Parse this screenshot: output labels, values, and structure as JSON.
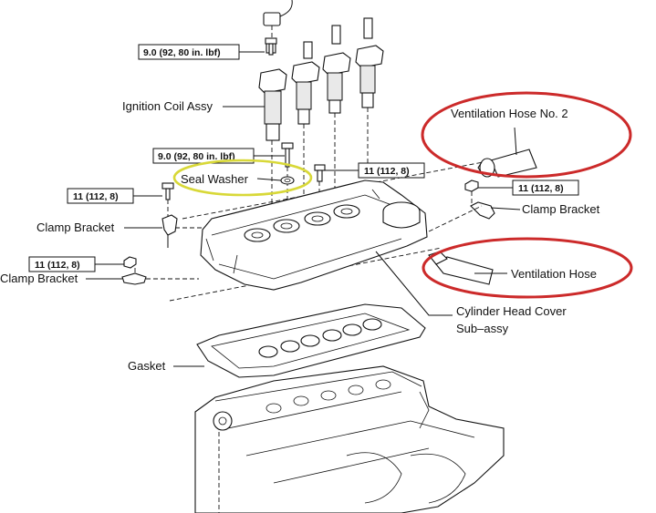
{
  "torque_specs": {
    "coil_bolt": "9.0 (92, 80 in. lbf)",
    "seal_bolt": "9.0 (92, 80 in. lbf)",
    "cover_bolt": "11 (112, 8)",
    "left_bracket_bolt": "11 (112, 8)",
    "lower_bracket_nut": "11 (112, 8)",
    "right_bracket_bolt": "11 (112, 8)"
  },
  "labels": {
    "ignition_coil": "Ignition Coil Assy",
    "seal_washer": "Seal Washer",
    "clamp_bracket_left_upper": "Clamp Bracket",
    "clamp_bracket_left_lower": "Clamp Bracket",
    "clamp_bracket_right": "Clamp Bracket",
    "ventilation_hose_2": "Ventilation Hose No. 2",
    "ventilation_hose": "Ventilation Hose",
    "cylinder_head_cover_1": "Cylinder Head Cover",
    "cylinder_head_cover_2": "Sub–assy",
    "gasket": "Gasket"
  },
  "highlights": {
    "seal_washer_color": "#d8d838",
    "hose_circle_color": "#cc2a2a"
  }
}
